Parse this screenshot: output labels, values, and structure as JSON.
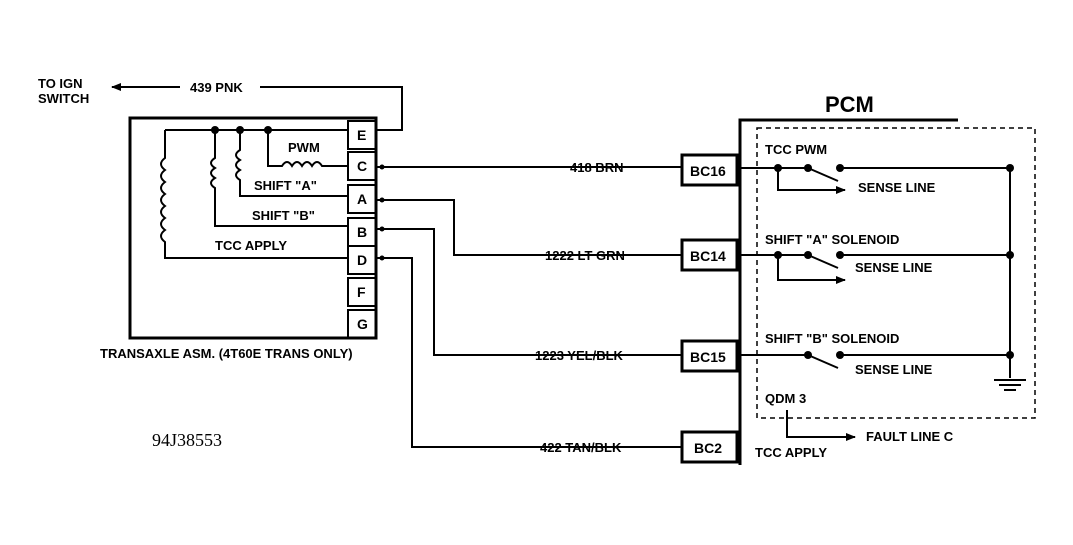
{
  "left_labels": {
    "to_ign": "TO IGN",
    "switch": "SWITCH",
    "wire_439": "439 PNK"
  },
  "transaxle": {
    "title": "TRANSAXLE ASM. (4T60E TRANS ONLY)",
    "pwm": "PWM",
    "shift_a": "SHIFT \"A\"",
    "shift_b": "SHIFT \"B\"",
    "tcc_apply": "TCC APPLY",
    "pins": [
      "E",
      "C",
      "A",
      "B",
      "D",
      "F",
      "G"
    ]
  },
  "wires": {
    "w418": "418 BRN",
    "w1222": "1222 LT GRN",
    "w1223": "1223 YEL/BLK",
    "w422": "422 TAN/BLK"
  },
  "connectors": {
    "bc16": "BC16",
    "bc14": "BC14",
    "bc15": "BC15",
    "bc2": "BC2"
  },
  "pcm": {
    "title": "PCM",
    "tcc_pwm": "TCC PWM",
    "shift_a_solenoid": "SHIFT \"A\" SOLENOID",
    "shift_b_solenoid": "SHIFT \"B\" SOLENOID",
    "sense_line": "SENSE LINE",
    "qdm3": "QDM 3",
    "fault_line": "FAULT LINE C",
    "tcc_apply": "TCC APPLY"
  },
  "ref_number": "94J38553"
}
